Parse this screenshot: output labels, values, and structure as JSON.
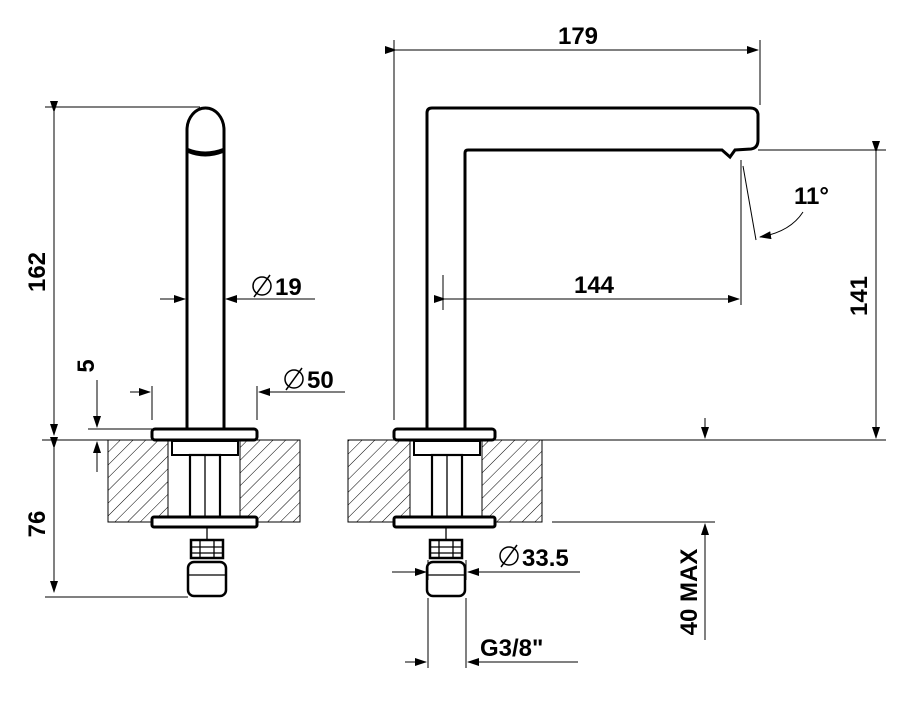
{
  "dimensions": {
    "overall_height": "162",
    "spout_diameter": "19",
    "base_diameter": "50",
    "plate_thickness": "5",
    "underside_depth": "76",
    "overall_length": "179",
    "spout_angle": "11°",
    "spout_reach": "144",
    "spout_height": "141",
    "thread_diameter": "33.5",
    "max_deck_thickness": "40 MAX",
    "connection_thread": "G3/8\""
  }
}
